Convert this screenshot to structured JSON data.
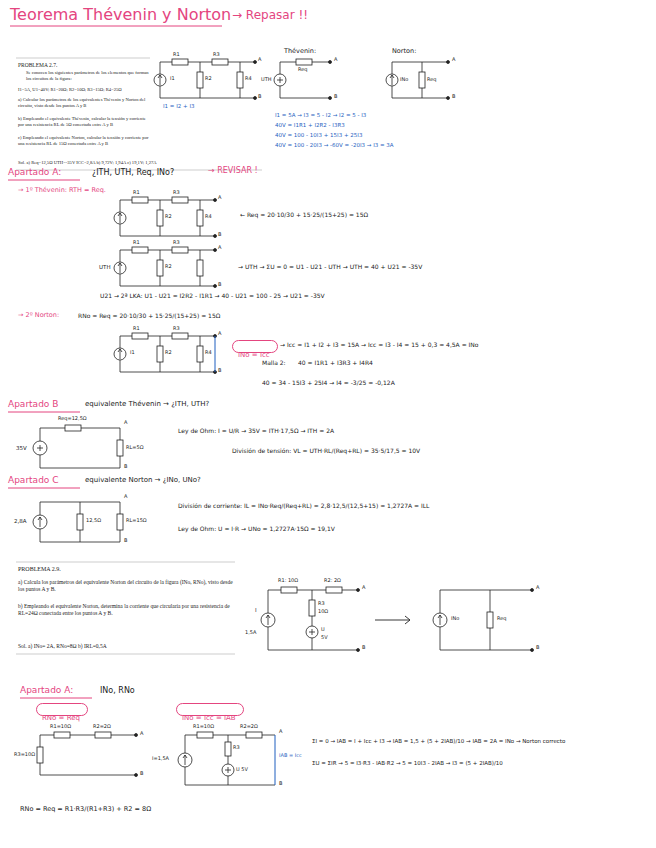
{
  "diagram": {
    "title": "Teorema Thévenin y Norton",
    "nodes": [
      {
        "text": [
          "INo = Icc"
        ]
      },
      {
        "text": [
          "RNo = Req"
        ]
      },
      {
        "text": [
          "INo = Icc = IAB"
        ]
      }
    ],
    "labels": [
      "→ Repasar !!",
      "PROBLEMA 2.7.",
      "Se conocen los siguientes parámetros de los elementos que forman los circuitos de la figura:",
      "I1=5A, U1=40V; R1=20Ω; R2=10Ω; R3=15Ω; R4=25Ω",
      "a) Calcular los parámetros de los equivalentes Thévenin y Norton del circuito, visto desde los puntos A y B",
      "b) Empleando el equivalente Thévenin, calcular la tensión y corriente por una resistencia RL de 5Ω conectada entre A y B",
      "c) Empleando el equivalente Norton, calcular la tensión y corriente por una resistencia RL de 15Ω conectada entre A y B",
      "Sol.   a) Req=12,5Ω   UTH=-35V   ICC=2,8A     b) 9,72V; 1,94A     c) 19,1V; 1,27A",
      "I1",
      "R1",
      "R2",
      "R3",
      "R4",
      "A",
      "B",
      "I1 = I2 + I3",
      "Thévenin:",
      "Req",
      "UTH",
      "A",
      "B",
      "Norton:",
      "INo",
      "Req",
      "A",
      "B",
      "I1 = 5A → I3 = 5 - I2 → I2 = 5 - I3",
      "40V = I1R1 + I2R2 - I3R3",
      "40V = 100 - 10I3 + 15I3 + 25I3",
      "40V = 100 - 20I3 → -60V = -20I3 → I3 = 3A",
      "Apartado A:",
      "¿ITH, UTH, Req, INo?",
      "→ REVISAR !",
      "→ 1º Thévenin: RTH = Req.",
      "R1",
      "R2",
      "R3",
      "R4",
      "A",
      "B",
      "← Req = 20·10/30 + 15·25/(15+25) = 15Ω",
      "UTH",
      "R1",
      "R2",
      "R3",
      "A",
      "B",
      "→ UTH → ΣU = 0 = U1 - U21 - UTH → UTH = 40 + U21 = -35V",
      "U21 → 2ª LKA: U1 - U21 = I2R2 - I1R1 → 40 - U21 = 100 - 25 → U21 = -35V",
      "→ 2º Norton:",
      "RNo = Req = 20·10/30 + 15·25/(15+25) = 15Ω",
      "I1",
      "R1",
      "R2",
      "R3",
      "R4",
      "A",
      "B",
      "→ Icc = I1 + I2 + I3 = 15A → Icc = I3 - I4 = 15 + 0,3 = 4,5A = INo",
      "Malla 2:",
      "40 = I1R1 + I3R3 + I4R4",
      "40 = 34 - 15I3 + 25I4 → I4 = -3/25 = -0,12A",
      "Apartado B",
      "equivalente Thévenin → ¿ITH, UTH?",
      "Req=12,5Ω",
      "35V",
      "RL=5Ω",
      "A",
      "B",
      "Ley de Ohm: I = U/R → 35V = ITH·17,5Ω → ITH = 2A",
      "División de tensión: VL = UTH·RL/(Req+RL) = 35·5/17,5 = 10V",
      "Apartado C",
      "equivalente Norton → ¿INo, UNo?",
      "2,8A",
      "12,5Ω",
      "RL=15Ω",
      "A",
      "B",
      "División de corriente: IL = INo·Req/(Req+RL) = 2,8·12,5/(12,5+15) = 1,2727A = ILL",
      "Ley de Ohm: U = I·R → UNo = 1,2727A·15Ω = 19,1V",
      "PROBLEMA 2.9.",
      "a) Calcula los parámetros del equivalente Norton del circuito de la figura (INo, RNo), visto desde los puntos A y B.",
      "b) Empleando el equivalente Norton, determina la corriente que circularía por una resistencia de RL=24Ω conectada entre los puntos A y B.",
      "Sol.   a) INo= 2A, RNo=8Ω    b) IRL=0,5A",
      "R1: 10Ω",
      "R2: 2Ω",
      "I",
      "1,5A",
      "R3",
      "10Ω",
      "U",
      "5V",
      "A",
      "B",
      "INo",
      "Req",
      "A",
      "B",
      "Apartado A:",
      "INo, RNo",
      "R1=10Ω",
      "R2=2Ω",
      "R3=10Ω",
      "A",
      "B",
      "I=1,5A",
      "R1=10Ω",
      "R2=2Ω",
      "R3",
      "U 5V",
      "IAB = Icc",
      "A",
      "B",
      "ΣI = 0 → IAB = I + Icc + I3 → IAB = 1,5 + (5 + 2IAB)/10 → IAB = 2A = INo → Norton correcto",
      "ΣU = ΣIR → 5 = I3·R3 - IAB·R2 → 5 = 10I3 - 2IAB → I3 = (5 + 2IAB)/10",
      "RNo = Req = R1·R3/(R1+R3) + R2 = 8Ω"
    ]
  }
}
